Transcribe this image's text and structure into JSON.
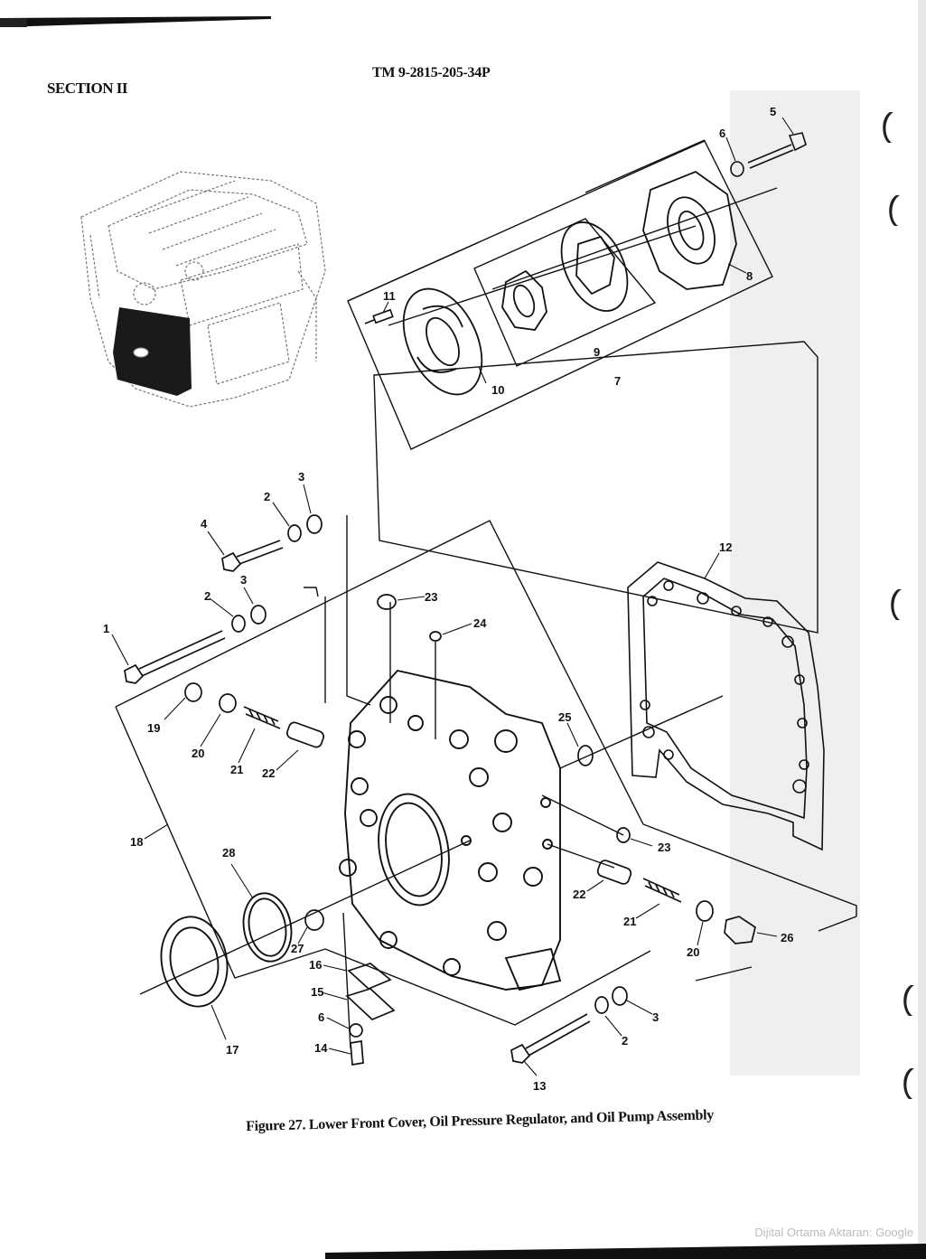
{
  "header": {
    "section_label": "SECTION II",
    "tm_number": "TM 9-2815-205-34P"
  },
  "figure": {
    "caption": "Figure 27. Lower Front Cover, Oil Pressure Regulator, and Oil Pump Assembly",
    "callouts": [
      {
        "id": "c5",
        "text": "5"
      },
      {
        "id": "c6a",
        "text": "6"
      },
      {
        "id": "c8",
        "text": "8"
      },
      {
        "id": "c11",
        "text": "11"
      },
      {
        "id": "c9",
        "text": "9"
      },
      {
        "id": "c7",
        "text": "7"
      },
      {
        "id": "c10",
        "text": "10"
      },
      {
        "id": "c3a",
        "text": "3"
      },
      {
        "id": "c2a",
        "text": "2"
      },
      {
        "id": "c4",
        "text": "4"
      },
      {
        "id": "c3b",
        "text": "3"
      },
      {
        "id": "c2b",
        "text": "2"
      },
      {
        "id": "c1",
        "text": "1"
      },
      {
        "id": "c23a",
        "text": "23"
      },
      {
        "id": "c24",
        "text": "24"
      },
      {
        "id": "c12",
        "text": "12"
      },
      {
        "id": "c19",
        "text": "19"
      },
      {
        "id": "c20a",
        "text": "20"
      },
      {
        "id": "c21a",
        "text": "21"
      },
      {
        "id": "c22a",
        "text": "22"
      },
      {
        "id": "c25",
        "text": "25"
      },
      {
        "id": "c18",
        "text": "18"
      },
      {
        "id": "c28",
        "text": "28"
      },
      {
        "id": "c23b",
        "text": "23"
      },
      {
        "id": "c22b",
        "text": "22"
      },
      {
        "id": "c21b",
        "text": "21"
      },
      {
        "id": "c20b",
        "text": "20"
      },
      {
        "id": "c26",
        "text": "26"
      },
      {
        "id": "c27",
        "text": "27"
      },
      {
        "id": "c16",
        "text": "16"
      },
      {
        "id": "c15",
        "text": "15"
      },
      {
        "id": "c6b",
        "text": "6"
      },
      {
        "id": "c14",
        "text": "14"
      },
      {
        "id": "c17",
        "text": "17"
      },
      {
        "id": "c3c",
        "text": "3"
      },
      {
        "id": "c2c",
        "text": "2"
      },
      {
        "id": "c13",
        "text": "13"
      }
    ]
  },
  "watermark": "Dijital Ortama Aktaran: Google",
  "colors": {
    "ink": "#111111",
    "paper": "#ffffff",
    "margin_gray": "#efefef",
    "engine_highlight": "#1a1a1a"
  }
}
